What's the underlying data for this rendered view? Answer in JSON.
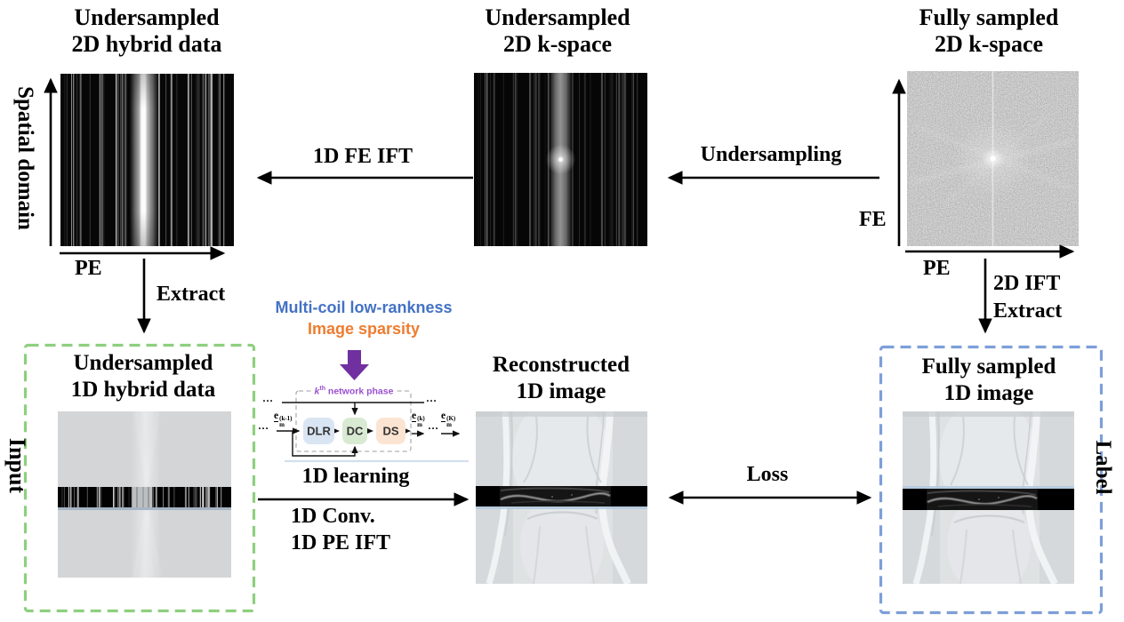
{
  "figure": {
    "top_left": {
      "title": [
        "Undersampled",
        "2D hybrid data"
      ],
      "y_axis": "Spatial domain",
      "x_axis": "PE"
    },
    "top_middle": {
      "title": [
        "Undersampled",
        "2D k-space"
      ]
    },
    "top_right": {
      "title": [
        "Fully sampled",
        "2D k-space"
      ],
      "y_axis": "FE",
      "x_axis": "PE"
    },
    "arrows": {
      "fe_ift": "1D FE IFT",
      "undersampling": "Undersampling",
      "extract_left": "Extract",
      "extract_right": [
        "2D IFT",
        "Extract"
      ],
      "learning": [
        "1D learning",
        "1D Conv.",
        "1D PE IFT"
      ],
      "loss": "Loss"
    },
    "priors": {
      "low_rank": "Multi-coil low-rankness",
      "sparsity": "Image sparsity"
    },
    "network": {
      "phase_k": "k",
      "phase_sup": "th",
      "phase_rest": " network phase",
      "blocks": [
        "DLR",
        "DC",
        "DS"
      ],
      "dots": "…",
      "e_prev": {
        "base": "e",
        "sup": "(k-1)",
        "sub": "m"
      },
      "e_cur": {
        "base": "e",
        "sup": "(k)",
        "sub": "m"
      },
      "e_final": {
        "base": "e",
        "sup": "(K)",
        "sub": "m"
      }
    },
    "bottom_left": {
      "title": [
        "Undersampled",
        "1D hybrid data"
      ],
      "side": "Input"
    },
    "bottom_middle": {
      "title": [
        "Reconstructed",
        "1D image"
      ]
    },
    "bottom_right": {
      "title": [
        "Fully sampled",
        "1D image"
      ],
      "side": "Label"
    }
  },
  "colors": {
    "green_box": "#8ecf7e",
    "blue_box": "#7d9fd9",
    "blue_text": "#4472c4",
    "orange_text": "#ed7d31",
    "purple_arrow": "#7030a0",
    "violet_text": "#9b4fd0",
    "dlr_fill": "#d9e5f3",
    "dc_fill": "#d9ead3",
    "ds_fill": "#fce4d2",
    "highlight_line": "#9fb0c2"
  }
}
